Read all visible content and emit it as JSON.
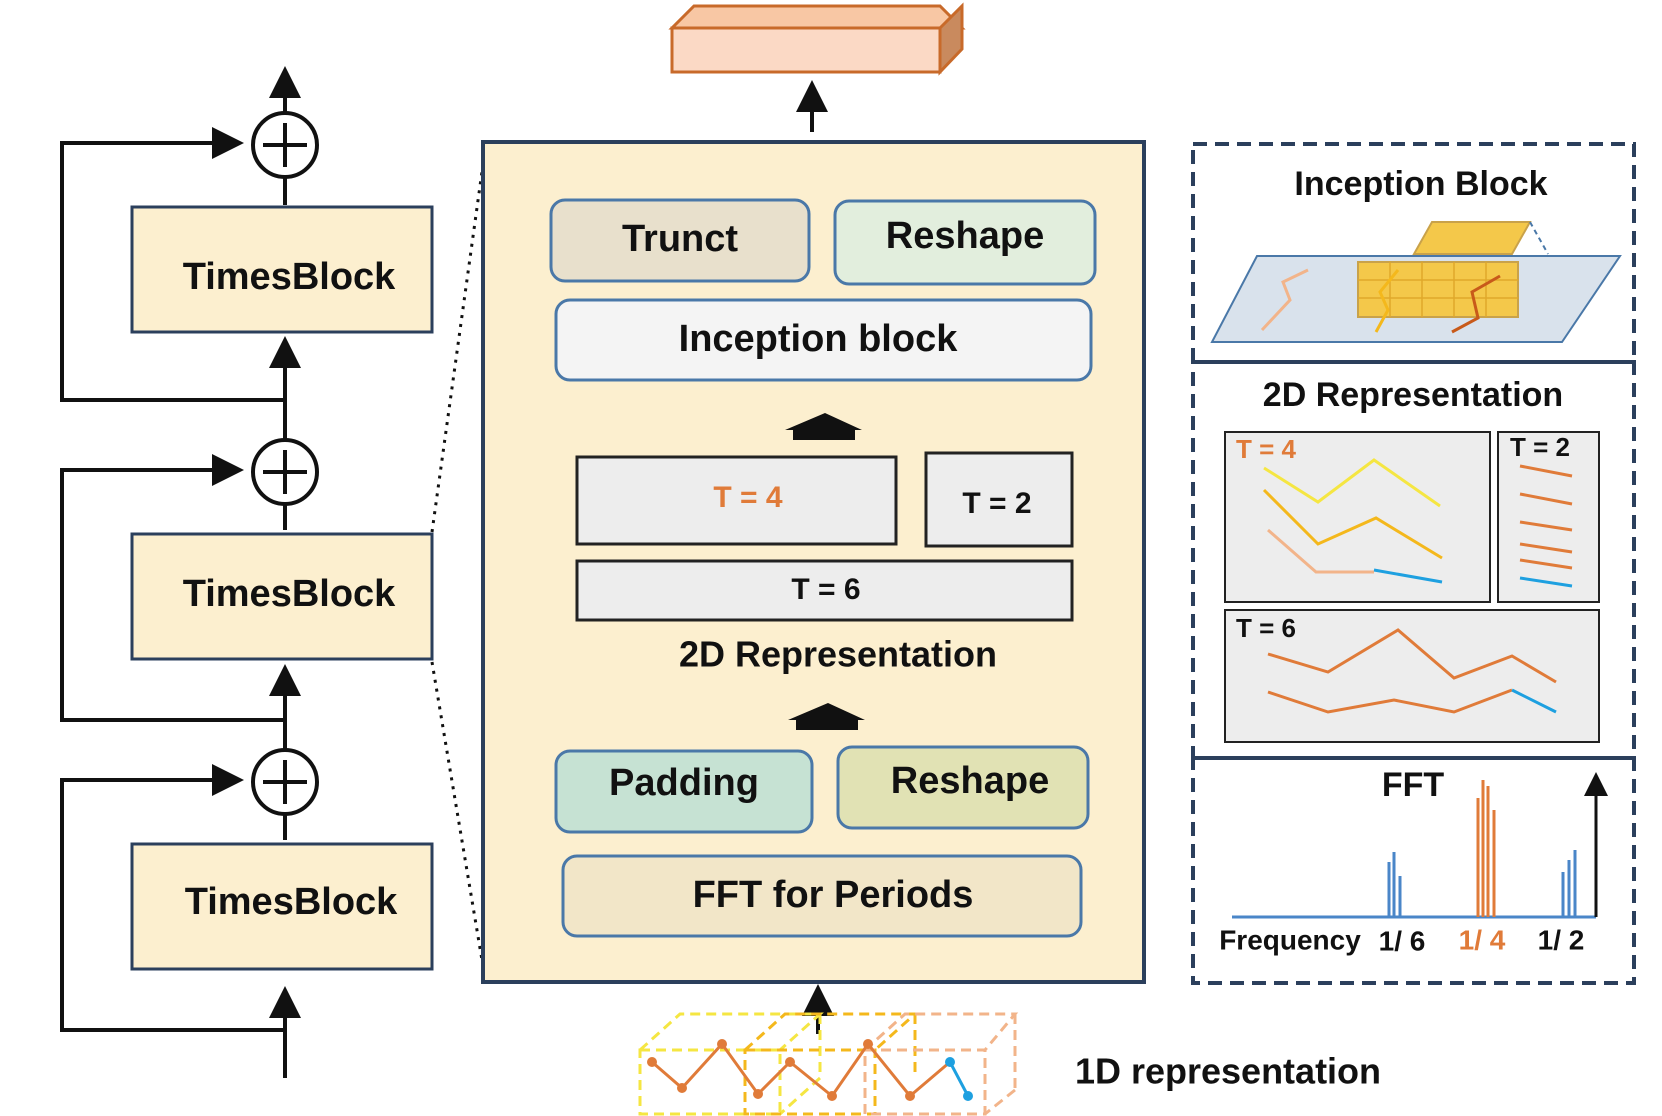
{
  "stack": {
    "block_label": "TimesBlock"
  },
  "detail": {
    "trunct": "Trunct",
    "reshape_top": "Reshape",
    "inception": "Inception block",
    "t4": "T = 4",
    "t2": "T = 2",
    "t6": "T = 6",
    "repr2d": "2D Representation",
    "padding": "Padding",
    "reshape_bottom": "Reshape",
    "fft": "FFT for Periods"
  },
  "input": {
    "label": "1D representation"
  },
  "side": {
    "inception_title": "Inception Block",
    "repr_title": "2D Representation",
    "t4": "T = 4",
    "t2": "T = 2",
    "t6": "T = 6",
    "fft_title": "FFT",
    "freq_label": "Frequency",
    "f6": "1/ 6",
    "f4": "1/ 4",
    "f2": "1/ 2"
  },
  "colors": {
    "cream": "#fcefcf",
    "orange": "#e07b39",
    "yellow": "#f5e642",
    "gold": "#f4b81c",
    "peach": "#f2b48a",
    "blue": "#1ea0e0",
    "fft_blue": "#4a86c8",
    "navy": "#2b3f5c"
  }
}
